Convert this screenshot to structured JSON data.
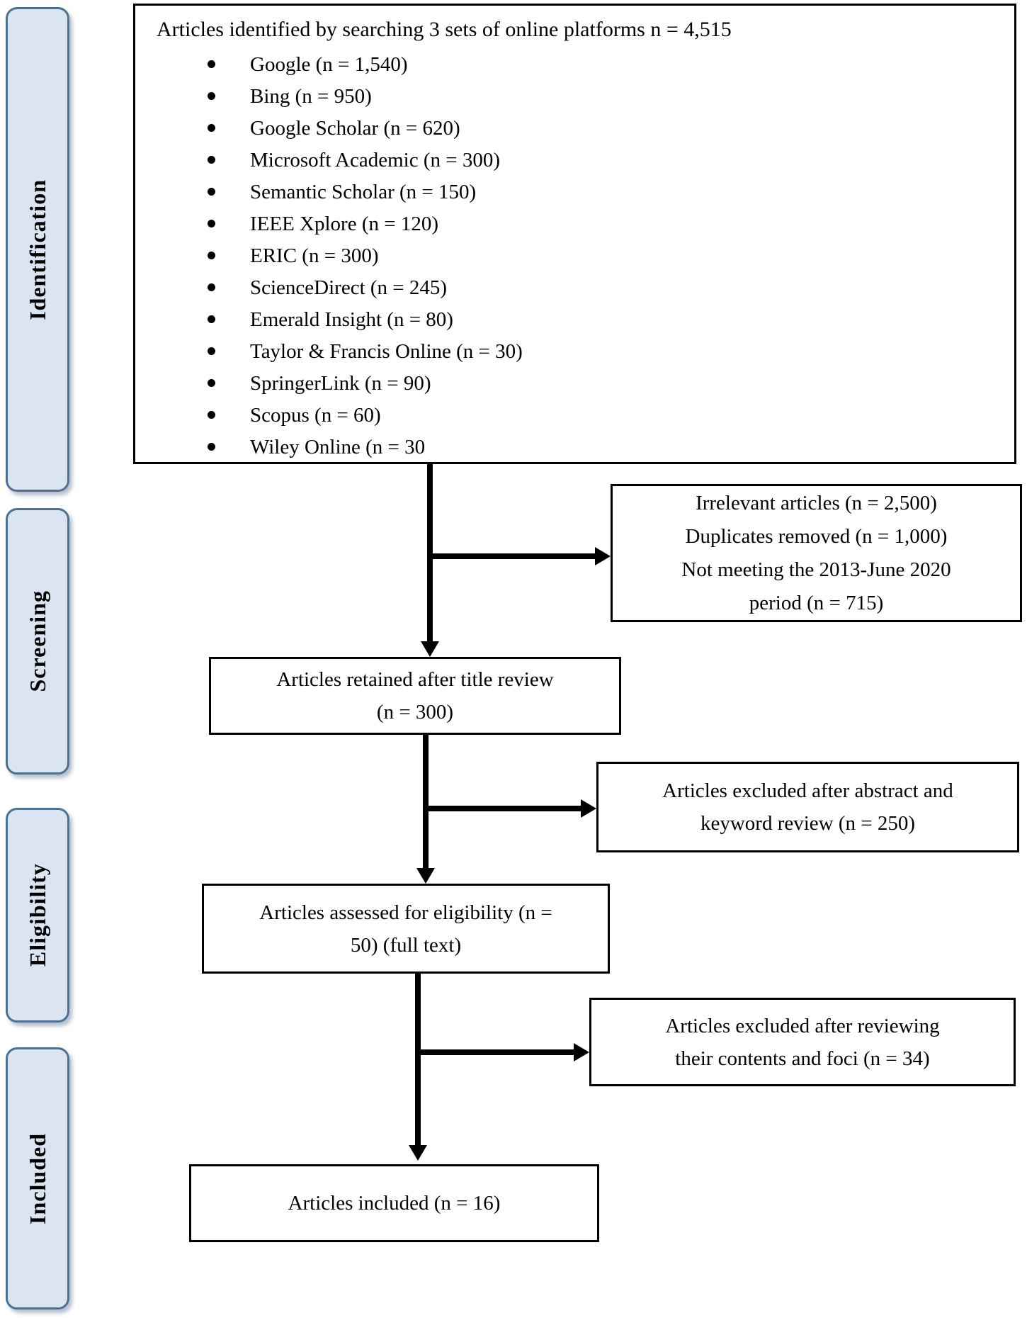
{
  "sidebar": {
    "fill_color": "#dbe5f1",
    "border_color": "#4f7191",
    "stages": [
      {
        "label": "Identification"
      },
      {
        "label": "Screening"
      },
      {
        "label": "Eligibility"
      },
      {
        "label": "Included"
      }
    ]
  },
  "flow": {
    "identified": {
      "title": "Articles identified by searching 3 sets of online platforms n = 4,515",
      "platforms": [
        "Google (n = 1,540)",
        "Bing (n = 950)",
        "Google Scholar (n = 620)",
        "Microsoft Academic (n = 300)",
        "Semantic Scholar (n = 150)",
        "IEEE Xplore (n = 120)",
        "ERIC (n = 300)",
        "ScienceDirect (n = 245)",
        "Emerald Insight (n = 80)",
        "Taylor & Francis Online (n = 30)",
        "SpringerLink (n = 90)",
        "Scopus (n = 60)",
        "Wiley Online (n = 30"
      ]
    },
    "excluded_title_review": {
      "lines": [
        "Irrelevant articles (n = 2,500)",
        "Duplicates removed (n = 1,000)",
        "Not meeting the 2013-June 2020",
        "period (n = 715)"
      ]
    },
    "retained_title_review": {
      "lines": [
        "Articles retained after title review",
        "(n = 300)"
      ]
    },
    "excluded_abstract_keyword": {
      "lines": [
        "Articles excluded after abstract and",
        "keyword review (n = 250)"
      ]
    },
    "assessed_eligibility": {
      "lines": [
        "Articles assessed for eligibility (n =",
        "50) (full text)"
      ]
    },
    "excluded_contents_foci": {
      "lines": [
        "Articles excluded after reviewing",
        "their contents and foci (n = 34)"
      ]
    },
    "included": {
      "text": "Articles included (n = 16)"
    }
  }
}
